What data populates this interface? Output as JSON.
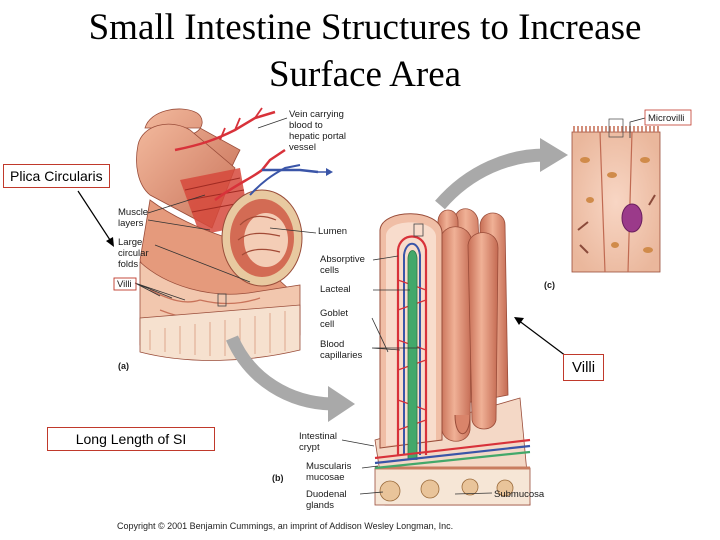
{
  "title": {
    "line1": "Small Intestine Structures to Increase",
    "line2": "Surface Area"
  },
  "callouts": {
    "plica": "Plica Circularis",
    "villi": "Villi",
    "length": "Long Length of SI"
  },
  "labels": {
    "vein_1": "Vein carrying",
    "vein_2": "blood to",
    "vein_3": "hepatic portal",
    "vein_4": "vessel",
    "muscle_1": "Muscle",
    "muscle_2": "layers",
    "folds_1": "Large",
    "folds_2": "circular",
    "folds_3": "folds",
    "villi": "Villi",
    "lumen": "Lumen",
    "absorptive_1": "Absorptive",
    "absorptive_2": "cells",
    "lacteal": "Lacteal",
    "goblet_1": "Goblet",
    "goblet_2": "cell",
    "blood_1": "Blood",
    "blood_2": "capillaries",
    "crypt_1": "Intestinal",
    "crypt_2": "crypt",
    "muscularis_1": "Muscularis",
    "muscularis_2": "mucosae",
    "duodenal_1": "Duodenal",
    "duodenal_2": "glands",
    "submucosa": "Submucosa",
    "microvilli": "Microvilli"
  },
  "panels": {
    "a": "(a)",
    "b": "(b)",
    "c": "(c)"
  },
  "copyright": "Copyright © 2001 Benjamin Cummings, an imprint of Addison Wesley Longman, Inc.",
  "colors": {
    "tissue": "#e8a283",
    "tissue_dark": "#c8735a",
    "artery": "#d8323a",
    "vein": "#3a55a8",
    "lacteal": "#43a86a",
    "arrow_gray": "#a9a9a9",
    "callout_border": "#c0392b"
  }
}
